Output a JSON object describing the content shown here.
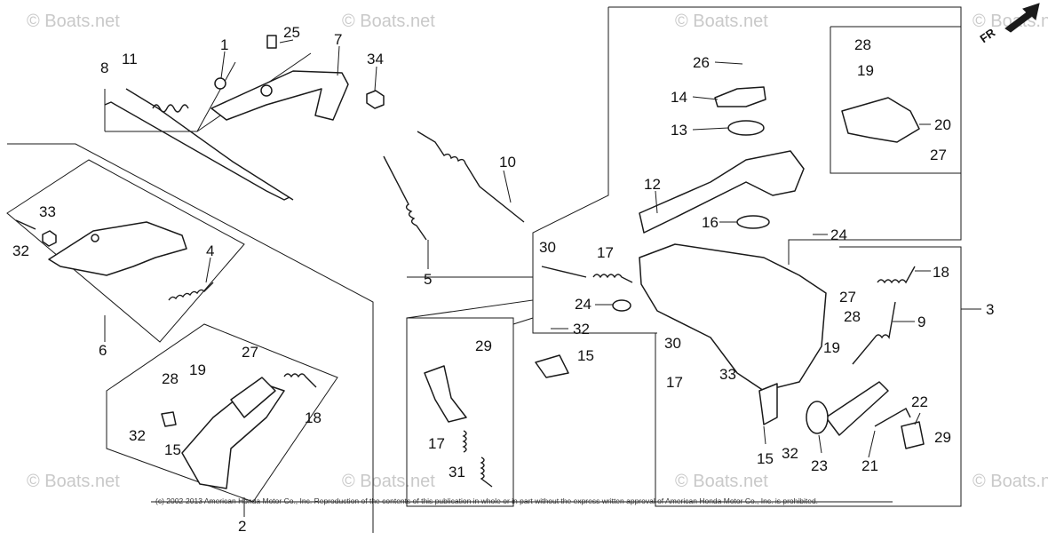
{
  "watermark": "© Boats.net",
  "copyright": "(c) 2002-2013 American Honda Motor Co., Inc. Reproduction of the contents of this publication in whole or in part without the express written approval of American Honda Motor Co., Inc. is prohibited.",
  "orientation": {
    "label": "FR"
  },
  "callouts": {
    "c1": "1",
    "c25": "25",
    "c7": "7",
    "c34": "34",
    "c8": "8",
    "c11": "11",
    "c10": "10",
    "c5": "5",
    "c33a": "33",
    "c32a": "32",
    "c4": "4",
    "c6": "6",
    "c27a": "27",
    "c28a": "28",
    "c19a": "19",
    "c18a": "18",
    "c32b": "32",
    "c15a": "15",
    "c2": "2",
    "c29a": "29",
    "c17a": "17",
    "c31": "31",
    "c26": "26",
    "c14": "14",
    "c13": "13",
    "c12": "12",
    "c16": "16",
    "c28b": "28",
    "c19b": "19",
    "c20": "20",
    "c27b": "27",
    "c24a": "24",
    "c30a": "30",
    "c17b": "17",
    "c24b": "24",
    "c32c": "32",
    "c15b": "15",
    "c18b": "18",
    "c27c": "27",
    "c28c": "28",
    "c9": "9",
    "c19c": "19",
    "c3": "3",
    "c30b": "30",
    "c33b": "33",
    "c17c": "17",
    "c15c": "15",
    "c32d": "32",
    "c23": "23",
    "c21": "21",
    "c22": "22",
    "c29b": "29"
  }
}
